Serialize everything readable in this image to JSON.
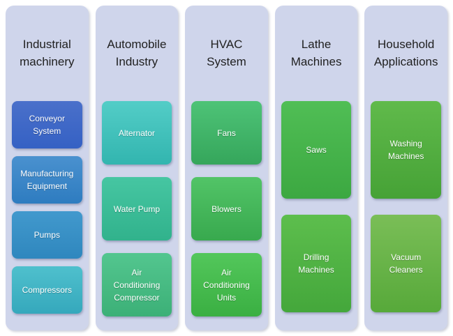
{
  "diagram": {
    "background": "#ffffff",
    "column_bg": "#cfd5eb",
    "title_color": "#1f1f1f",
    "label_color": "#ffffff"
  },
  "columns": [
    {
      "title": "Industrial\nmachinery",
      "items": [
        {
          "label": "Conveyor\nSystem",
          "color_top": "#4a70ca",
          "color_bottom": "#3561c4"
        },
        {
          "label": "Manufacturing\nEquipment",
          "color_top": "#4a91cf",
          "color_bottom": "#2e7cc0"
        },
        {
          "label": "Pumps",
          "color_top": "#4299cd",
          "color_bottom": "#2f87be"
        },
        {
          "label": "Compressors",
          "color_top": "#4fc0cd",
          "color_bottom": "#35a8bc"
        }
      ]
    },
    {
      "title": "Automobile\nIndustry",
      "items": [
        {
          "label": "Alternator",
          "color_top": "#53cdc7",
          "color_bottom": "#32b5af"
        },
        {
          "label": "Water Pump",
          "color_top": "#46c6a2",
          "color_bottom": "#31b28c"
        },
        {
          "label": "Air\nConditioning\nCompressor",
          "color_top": "#53c68f",
          "color_bottom": "#3cb077"
        }
      ]
    },
    {
      "title": "HVAC\nSystem",
      "items": [
        {
          "label": "Fans",
          "color_top": "#4ec377",
          "color_bottom": "#35a65b"
        },
        {
          "label": "Blowers",
          "color_top": "#52c467",
          "color_bottom": "#38a94e"
        },
        {
          "label": "Air\nConditioning\nUnits",
          "color_top": "#53c75b",
          "color_bottom": "#3aaf42"
        }
      ]
    },
    {
      "title": "Lathe\nMachines",
      "items": [
        {
          "label": "Saws",
          "color_top": "#50be55",
          "color_bottom": "#3ca841"
        },
        {
          "label": "Drilling\nMachines",
          "color_top": "#5dbe4d",
          "color_bottom": "#44a73b"
        }
      ]
    },
    {
      "title": "Household\nApplications",
      "items": [
        {
          "label": "Washing\nMachines",
          "color_top": "#60ba4b",
          "color_bottom": "#46a236"
        },
        {
          "label": "Vacuum\nCleaners",
          "color_top": "#7abe57",
          "color_bottom": "#57a93a"
        }
      ]
    }
  ]
}
